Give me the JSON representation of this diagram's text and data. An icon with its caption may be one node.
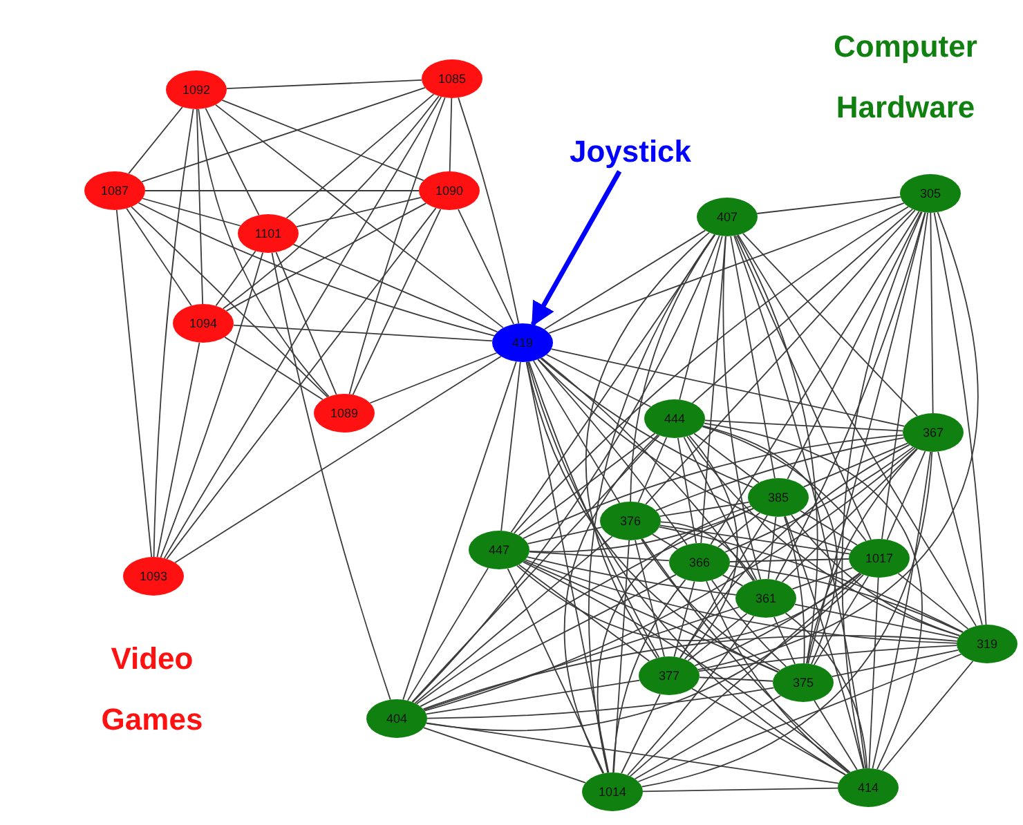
{
  "diagram": {
    "nodes": [
      {
        "text": [
          "1092"
        ]
      },
      {
        "text": [
          "1085"
        ]
      },
      {
        "text": [
          "1087"
        ]
      },
      {
        "text": [
          "1090"
        ]
      },
      {
        "text": [
          "1101"
        ]
      },
      {
        "text": [
          "Joystick"
        ]
      },
      {
        "text": [
          "1094"
        ]
      },
      {
        "text": [
          "419"
        ]
      },
      {
        "text": [
          "1089"
        ]
      },
      {
        "text": [
          "1093"
        ]
      },
      {
        "text": [
          "407"
        ]
      },
      {
        "text": [
          "305"
        ]
      },
      {
        "text": [
          "444"
        ]
      },
      {
        "text": [
          "367"
        ]
      },
      {
        "text": [
          "385"
        ]
      },
      {
        "text": [
          "376"
        ]
      },
      {
        "text": [
          "447"
        ]
      },
      {
        "text": [
          "366"
        ]
      },
      {
        "text": [
          "1017"
        ]
      },
      {
        "text": [
          "361"
        ]
      },
      {
        "text": [
          "319"
        ]
      },
      {
        "text": [
          "377"
        ]
      },
      {
        "text": [
          "375"
        ]
      },
      {
        "text": [
          "404"
        ]
      },
      {
        "text": [
          "1014"
        ]
      },
      {
        "text": [
          "414"
        ]
      }
    ],
    "edges": [
      {
        "from": 0,
        "to": 1,
        "arrow": "none"
      },
      {
        "from": 0,
        "to": 2,
        "arrow": "none"
      },
      {
        "from": 0,
        "to": 4,
        "arrow": "none"
      },
      {
        "from": 0,
        "to": 6,
        "arrow": "none"
      },
      {
        "from": 0,
        "to": 9,
        "arrow": "none"
      },
      {
        "from": 0,
        "to": 3,
        "arrow": "none"
      },
      {
        "from": 0,
        "to": 7,
        "arrow": "none"
      },
      {
        "from": 0,
        "to": 8,
        "arrow": "none"
      },
      {
        "from": 1,
        "to": 2,
        "arrow": "none"
      },
      {
        "from": 1,
        "to": 3,
        "arrow": "none"
      },
      {
        "from": 1,
        "to": 4,
        "arrow": "none"
      },
      {
        "from": 1,
        "to": 6,
        "arrow": "none"
      },
      {
        "from": 1,
        "to": 9,
        "arrow": "none"
      },
      {
        "from": 1,
        "to": 7,
        "arrow": "none"
      },
      {
        "from": 1,
        "to": 8,
        "arrow": "none"
      },
      {
        "from": 2,
        "to": 3,
        "arrow": "none"
      },
      {
        "from": 2,
        "to": 4,
        "arrow": "none"
      },
      {
        "from": 2,
        "to": 6,
        "arrow": "none"
      },
      {
        "from": 2,
        "to": 9,
        "arrow": "none"
      },
      {
        "from": 2,
        "to": 8,
        "arrow": "none"
      },
      {
        "from": 2,
        "to": 7,
        "arrow": "none"
      },
      {
        "from": 3,
        "to": 4,
        "arrow": "none"
      },
      {
        "from": 3,
        "to": 6,
        "arrow": "none"
      },
      {
        "from": 3,
        "to": 9,
        "arrow": "none"
      },
      {
        "from": 3,
        "to": 8,
        "arrow": "none"
      },
      {
        "from": 3,
        "to": 7,
        "arrow": "none"
      },
      {
        "from": 4,
        "to": 6,
        "arrow": "none"
      },
      {
        "from": 4,
        "to": 9,
        "arrow": "none"
      },
      {
        "from": 4,
        "to": 8,
        "arrow": "none"
      },
      {
        "from": 4,
        "to": 7,
        "arrow": "none"
      },
      {
        "from": 4,
        "to": 23,
        "arrow": "none"
      },
      {
        "from": 6,
        "to": 7,
        "arrow": "none"
      },
      {
        "from": 6,
        "to": 8,
        "arrow": "none"
      },
      {
        "from": 6,
        "to": 9,
        "arrow": "none"
      },
      {
        "from": 8,
        "to": 7,
        "arrow": "none"
      },
      {
        "from": 9,
        "to": 7,
        "arrow": "none"
      },
      {
        "from": 5,
        "to": 7,
        "arrow": "to",
        "color": "#0000ff",
        "style": "thick"
      },
      {
        "from": 7,
        "to": 10,
        "arrow": "none"
      },
      {
        "from": 7,
        "to": 11,
        "arrow": "none"
      },
      {
        "from": 7,
        "to": 12,
        "arrow": "none"
      },
      {
        "from": 7,
        "to": 13,
        "arrow": "none"
      },
      {
        "from": 7,
        "to": 14,
        "arrow": "none"
      },
      {
        "from": 7,
        "to": 15,
        "arrow": "none"
      },
      {
        "from": 7,
        "to": 16,
        "arrow": "none"
      },
      {
        "from": 7,
        "to": 17,
        "arrow": "none"
      },
      {
        "from": 7,
        "to": 18,
        "arrow": "none"
      },
      {
        "from": 7,
        "to": 19,
        "arrow": "none"
      },
      {
        "from": 7,
        "to": 21,
        "arrow": "none"
      },
      {
        "from": 7,
        "to": 22,
        "arrow": "none"
      },
      {
        "from": 7,
        "to": 23,
        "arrow": "none"
      },
      {
        "from": 7,
        "to": 24,
        "arrow": "none"
      },
      {
        "from": 7,
        "to": 25,
        "arrow": "none"
      },
      {
        "from": 10,
        "to": 11,
        "arrow": "none"
      },
      {
        "from": 10,
        "to": 12,
        "arrow": "none"
      },
      {
        "from": 10,
        "to": 13,
        "arrow": "none"
      },
      {
        "from": 10,
        "to": 14,
        "arrow": "none"
      },
      {
        "from": 10,
        "to": 15,
        "arrow": "none"
      },
      {
        "from": 10,
        "to": 16,
        "arrow": "none"
      },
      {
        "from": 10,
        "to": 17,
        "arrow": "none"
      },
      {
        "from": 10,
        "to": 18,
        "arrow": "none"
      },
      {
        "from": 10,
        "to": 19,
        "arrow": "none"
      },
      {
        "from": 10,
        "to": 20,
        "arrow": "none"
      },
      {
        "from": 10,
        "to": 21,
        "arrow": "none"
      },
      {
        "from": 10,
        "to": 22,
        "arrow": "none"
      },
      {
        "from": 10,
        "to": 23,
        "arrow": "none"
      },
      {
        "from": 10,
        "to": 24,
        "arrow": "none"
      },
      {
        "from": 10,
        "to": 25,
        "arrow": "none"
      },
      {
        "from": 11,
        "to": 12,
        "arrow": "none"
      },
      {
        "from": 11,
        "to": 13,
        "arrow": "none"
      },
      {
        "from": 11,
        "to": 14,
        "arrow": "none"
      },
      {
        "from": 11,
        "to": 15,
        "arrow": "none"
      },
      {
        "from": 11,
        "to": 16,
        "arrow": "none"
      },
      {
        "from": 11,
        "to": 17,
        "arrow": "none"
      },
      {
        "from": 11,
        "to": 18,
        "arrow": "none"
      },
      {
        "from": 11,
        "to": 19,
        "arrow": "none"
      },
      {
        "from": 11,
        "to": 20,
        "arrow": "none"
      },
      {
        "from": 11,
        "to": 21,
        "arrow": "none"
      },
      {
        "from": 11,
        "to": 22,
        "arrow": "none"
      },
      {
        "from": 11,
        "to": 25,
        "arrow": "none"
      },
      {
        "from": 12,
        "to": 13,
        "arrow": "none"
      },
      {
        "from": 12,
        "to": 14,
        "arrow": "none"
      },
      {
        "from": 12,
        "to": 15,
        "arrow": "none"
      },
      {
        "from": 12,
        "to": 16,
        "arrow": "none"
      },
      {
        "from": 12,
        "to": 17,
        "arrow": "none"
      },
      {
        "from": 12,
        "to": 18,
        "arrow": "none"
      },
      {
        "from": 12,
        "to": 19,
        "arrow": "none"
      },
      {
        "from": 12,
        "to": 20,
        "arrow": "none"
      },
      {
        "from": 12,
        "to": 21,
        "arrow": "none"
      },
      {
        "from": 12,
        "to": 22,
        "arrow": "none"
      },
      {
        "from": 12,
        "to": 23,
        "arrow": "none"
      },
      {
        "from": 12,
        "to": 24,
        "arrow": "none"
      },
      {
        "from": 12,
        "to": 25,
        "arrow": "none"
      },
      {
        "from": 13,
        "to": 14,
        "arrow": "none"
      },
      {
        "from": 13,
        "to": 15,
        "arrow": "none"
      },
      {
        "from": 13,
        "to": 16,
        "arrow": "none"
      },
      {
        "from": 13,
        "to": 17,
        "arrow": "none"
      },
      {
        "from": 13,
        "to": 18,
        "arrow": "none"
      },
      {
        "from": 13,
        "to": 19,
        "arrow": "none"
      },
      {
        "from": 13,
        "to": 20,
        "arrow": "none"
      },
      {
        "from": 13,
        "to": 21,
        "arrow": "none"
      },
      {
        "from": 13,
        "to": 22,
        "arrow": "none"
      },
      {
        "from": 13,
        "to": 23,
        "arrow": "none"
      },
      {
        "from": 13,
        "to": 24,
        "arrow": "none"
      },
      {
        "from": 13,
        "to": 25,
        "arrow": "none"
      },
      {
        "from": 14,
        "to": 15,
        "arrow": "none"
      },
      {
        "from": 14,
        "to": 16,
        "arrow": "none"
      },
      {
        "from": 14,
        "to": 17,
        "arrow": "none"
      },
      {
        "from": 14,
        "to": 18,
        "arrow": "none"
      },
      {
        "from": 14,
        "to": 19,
        "arrow": "none"
      },
      {
        "from": 14,
        "to": 20,
        "arrow": "none"
      },
      {
        "from": 14,
        "to": 21,
        "arrow": "none"
      },
      {
        "from": 14,
        "to": 22,
        "arrow": "none"
      },
      {
        "from": 14,
        "to": 23,
        "arrow": "none"
      },
      {
        "from": 14,
        "to": 24,
        "arrow": "none"
      },
      {
        "from": 14,
        "to": 25,
        "arrow": "none"
      },
      {
        "from": 15,
        "to": 16,
        "arrow": "none"
      },
      {
        "from": 15,
        "to": 17,
        "arrow": "none"
      },
      {
        "from": 15,
        "to": 18,
        "arrow": "none"
      },
      {
        "from": 15,
        "to": 19,
        "arrow": "none"
      },
      {
        "from": 15,
        "to": 20,
        "arrow": "none"
      },
      {
        "from": 15,
        "to": 21,
        "arrow": "none"
      },
      {
        "from": 15,
        "to": 22,
        "arrow": "none"
      },
      {
        "from": 15,
        "to": 23,
        "arrow": "none"
      },
      {
        "from": 15,
        "to": 24,
        "arrow": "none"
      },
      {
        "from": 15,
        "to": 25,
        "arrow": "none"
      },
      {
        "from": 16,
        "to": 17,
        "arrow": "none"
      },
      {
        "from": 16,
        "to": 18,
        "arrow": "none"
      },
      {
        "from": 16,
        "to": 19,
        "arrow": "none"
      },
      {
        "from": 16,
        "to": 20,
        "arrow": "none"
      },
      {
        "from": 16,
        "to": 21,
        "arrow": "none"
      },
      {
        "from": 16,
        "to": 22,
        "arrow": "none"
      },
      {
        "from": 16,
        "to": 23,
        "arrow": "none"
      },
      {
        "from": 16,
        "to": 24,
        "arrow": "none"
      },
      {
        "from": 16,
        "to": 25,
        "arrow": "none"
      },
      {
        "from": 17,
        "to": 18,
        "arrow": "none"
      },
      {
        "from": 17,
        "to": 19,
        "arrow": "none"
      },
      {
        "from": 17,
        "to": 20,
        "arrow": "none"
      },
      {
        "from": 17,
        "to": 21,
        "arrow": "none"
      },
      {
        "from": 17,
        "to": 22,
        "arrow": "none"
      },
      {
        "from": 17,
        "to": 23,
        "arrow": "none"
      },
      {
        "from": 17,
        "to": 24,
        "arrow": "none"
      },
      {
        "from": 17,
        "to": 25,
        "arrow": "none"
      },
      {
        "from": 18,
        "to": 19,
        "arrow": "none"
      },
      {
        "from": 18,
        "to": 20,
        "arrow": "none"
      },
      {
        "from": 18,
        "to": 21,
        "arrow": "none"
      },
      {
        "from": 18,
        "to": 22,
        "arrow": "none"
      },
      {
        "from": 18,
        "to": 23,
        "arrow": "none"
      },
      {
        "from": 18,
        "to": 24,
        "arrow": "none"
      },
      {
        "from": 18,
        "to": 25,
        "arrow": "none"
      },
      {
        "from": 19,
        "to": 20,
        "arrow": "none"
      },
      {
        "from": 19,
        "to": 21,
        "arrow": "none"
      },
      {
        "from": 19,
        "to": 22,
        "arrow": "none"
      },
      {
        "from": 19,
        "to": 23,
        "arrow": "none"
      },
      {
        "from": 19,
        "to": 24,
        "arrow": "none"
      },
      {
        "from": 19,
        "to": 25,
        "arrow": "none"
      },
      {
        "from": 20,
        "to": 21,
        "arrow": "none"
      },
      {
        "from": 20,
        "to": 22,
        "arrow": "none"
      },
      {
        "from": 20,
        "to": 23,
        "arrow": "none"
      },
      {
        "from": 20,
        "to": 24,
        "arrow": "none"
      },
      {
        "from": 20,
        "to": 25,
        "arrow": "none"
      },
      {
        "from": 21,
        "to": 22,
        "arrow": "none"
      },
      {
        "from": 21,
        "to": 23,
        "arrow": "none"
      },
      {
        "from": 21,
        "to": 24,
        "arrow": "none"
      },
      {
        "from": 21,
        "to": 25,
        "arrow": "none"
      },
      {
        "from": 22,
        "to": 23,
        "arrow": "none"
      },
      {
        "from": 22,
        "to": 24,
        "arrow": "none"
      },
      {
        "from": 22,
        "to": 25,
        "arrow": "none"
      },
      {
        "from": 23,
        "to": 24,
        "arrow": "none"
      },
      {
        "from": 23,
        "to": 25,
        "arrow": "none"
      },
      {
        "from": 24,
        "to": 25,
        "arrow": "none"
      }
    ],
    "labels": [
      "Computer Hardware",
      "Video Games"
    ]
  }
}
